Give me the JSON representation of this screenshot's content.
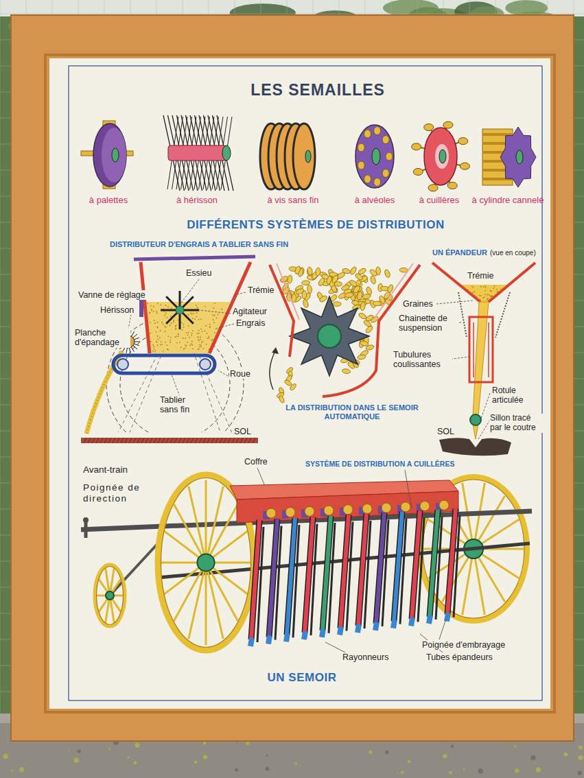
{
  "diagram": {
    "title": "LES SEMAILLES",
    "labels": [
      "à palettes",
      "à hérisson",
      "à vis sans fin",
      "à alvéoles",
      "à cuillères",
      "à cylindre cannelé",
      "DIFFÉRENTS SYSTÈMES DE DISTRIBUTION",
      "DISTRIBUTEUR D'ENGRAIS A TABLIER SANS FIN",
      "Essieu",
      "Trémie",
      "Vanne de réglage",
      "Hérisson",
      "Agitateur",
      "Engrais",
      "Planche d'épandage",
      "Roue",
      "Tablier sans fin",
      "SOL",
      "LA DISTRIBUTION DANS LE SEMOIR AUTOMATIQUE",
      "UN ÉPANDEUR",
      "(vue en coupe)",
      "Trémie",
      "Graines",
      "Chainette de suspension",
      "Tubulures coulissantes",
      "Rotule articulée",
      "Sillon tracé par le coutre",
      "SOL",
      "Avant-train",
      "Poignée de direction",
      "Coffre",
      "SYSTÈME DE DISTRIBUTION A CUILLÈRES",
      "Rayonneurs",
      "Tubes épandeurs",
      "Poignée d'embrayage",
      "UN SEMOIR"
    ]
  }
}
